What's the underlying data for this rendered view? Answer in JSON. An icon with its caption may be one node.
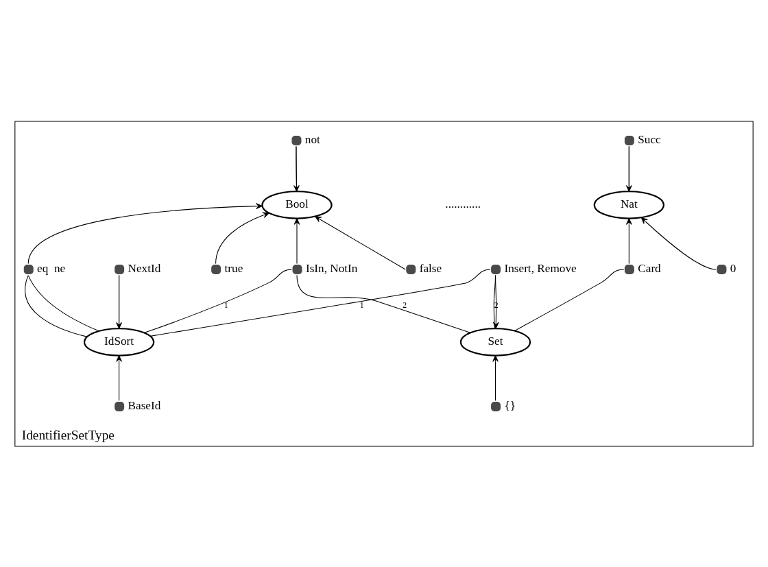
{
  "diagram": {
    "nodes": [
      {
        "text": [
          "IdentifierSetType"
        ]
      },
      {
        "text": [
          "Bool"
        ],
        "in": 0
      },
      {
        "text": [
          "Nat"
        ],
        "in": 0
      },
      {
        "text": [
          "IdSort"
        ],
        "in": 0
      },
      {
        "text": [
          "Set"
        ],
        "in": 0
      },
      {
        "text": [],
        "shape": "circle",
        "beside": [
          "not"
        ],
        "in": 0
      },
      {
        "text": [],
        "shape": "circle",
        "beside": [
          "true"
        ],
        "in": 0
      },
      {
        "text": [],
        "shape": "circle",
        "beside": [
          "false"
        ],
        "in": 0
      },
      {
        "text": [],
        "shape": "circle",
        "beside": [
          "Succ"
        ],
        "in": 0
      },
      {
        "text": [],
        "shape": "circle",
        "beside": [
          "0"
        ],
        "in": 0
      },
      {
        "text": [],
        "shape": "circle",
        "beside": [
          "eq",
          "ne"
        ],
        "in": 0
      },
      {
        "text": [],
        "shape": "circle",
        "beside": [
          "BaseId"
        ],
        "in": 0
      },
      {
        "text": [],
        "shape": "circle",
        "beside": [
          "NextId"
        ],
        "in": 0
      },
      {
        "text": [],
        "shape": "circle",
        "beside": [
          "IsIn, NotIn"
        ],
        "in": 0
      },
      {
        "text": [],
        "shape": "circle",
        "beside": [
          "Card"
        ],
        "in": 0
      },
      {
        "text": [],
        "shape": "circle",
        "beside": [
          "{}"
        ],
        "in": 0
      },
      {
        "text": [],
        "shape": "circle",
        "beside": [
          "Insert, Remove"
        ],
        "in": 0
      }
    ],
    "edges": [
      {
        "from": 1,
        "to": 5,
        "arrow": "none"
      },
      {
        "from": 5,
        "to": 1,
        "arrow": "to"
      },
      {
        "from": 6,
        "to": 1,
        "arrow": "to"
      },
      {
        "from": 7,
        "to": 1,
        "arrow": "to"
      },
      {
        "from": 2,
        "to": 8,
        "arrow": "none"
      },
      {
        "from": 8,
        "to": 2,
        "arrow": "to"
      },
      {
        "from": 9,
        "to": 2,
        "arrow": "to"
      },
      {
        "from": 3,
        "to": 10,
        "arrow": "none"
      },
      {
        "from": 3,
        "to": 10,
        "arrow": "none"
      },
      {
        "from": 10,
        "to": 1,
        "arrow": "to"
      },
      {
        "from": 11,
        "to": 3,
        "arrow": "to"
      },
      {
        "from": 3,
        "to": 12,
        "arrow": "none"
      },
      {
        "from": 12,
        "to": 3,
        "arrow": "to"
      },
      {
        "from": 3,
        "to": 13,
        "arrow": "none",
        "label": "1"
      },
      {
        "from": 4,
        "to": 13,
        "arrow": "none",
        "label": "2"
      },
      {
        "from": 13,
        "to": 1,
        "arrow": "to"
      },
      {
        "from": 4,
        "to": 14,
        "arrow": "none"
      },
      {
        "from": 14,
        "to": 2,
        "arrow": "to"
      },
      {
        "from": 15,
        "to": 4,
        "arrow": "to"
      },
      {
        "from": 3,
        "to": 16,
        "arrow": "none",
        "label": "1"
      },
      {
        "from": 4,
        "to": 16,
        "arrow": "none",
        "label": "2"
      },
      {
        "from": 16,
        "to": 4,
        "arrow": "to"
      }
    ],
    "labels": [
      "............"
    ]
  }
}
